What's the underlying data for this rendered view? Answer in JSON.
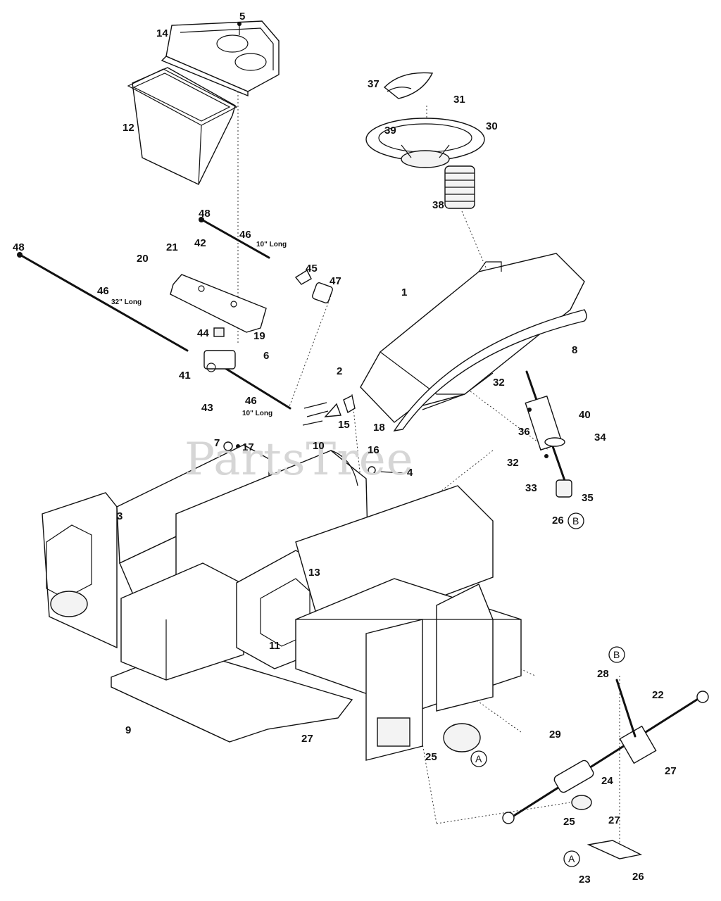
{
  "watermark": "PartsTree",
  "callouts": [
    {
      "label": "5"
    },
    {
      "label": "14"
    },
    {
      "label": "12"
    },
    {
      "label": "37"
    },
    {
      "label": "31"
    },
    {
      "label": "39"
    },
    {
      "label": "30"
    },
    {
      "label": "38"
    },
    {
      "label": "48"
    },
    {
      "label": "46"
    },
    {
      "label": "42"
    },
    {
      "label": "21"
    },
    {
      "label": "20"
    },
    {
      "label": "45"
    },
    {
      "label": "47"
    },
    {
      "label": "48"
    },
    {
      "label": "46"
    },
    {
      "label": "44"
    },
    {
      "label": "19"
    },
    {
      "label": "6"
    },
    {
      "label": "41"
    },
    {
      "label": "43"
    },
    {
      "label": "46"
    },
    {
      "label": "1"
    },
    {
      "label": "8"
    },
    {
      "label": "2"
    },
    {
      "label": "15"
    },
    {
      "label": "18"
    },
    {
      "label": "10"
    },
    {
      "label": "32"
    },
    {
      "label": "40"
    },
    {
      "label": "36"
    },
    {
      "label": "34"
    },
    {
      "label": "16"
    },
    {
      "label": "4"
    },
    {
      "label": "7"
    },
    {
      "label": "17"
    },
    {
      "label": "32"
    },
    {
      "label": "33"
    },
    {
      "label": "35"
    },
    {
      "label": "26"
    },
    {
      "label": "3"
    },
    {
      "label": "13"
    },
    {
      "label": "11"
    },
    {
      "label": "9"
    },
    {
      "label": "28"
    },
    {
      "label": "22"
    },
    {
      "label": "27"
    },
    {
      "label": "25"
    },
    {
      "label": "29"
    },
    {
      "label": "27"
    },
    {
      "label": "24"
    },
    {
      "label": "25"
    },
    {
      "label": "27"
    },
    {
      "label": "23"
    },
    {
      "label": "26"
    }
  ],
  "notes": [
    "10\" Long",
    "32\" Long",
    "10\" Long"
  ],
  "circle_refs": [
    "B",
    "A",
    "B",
    "A"
  ]
}
